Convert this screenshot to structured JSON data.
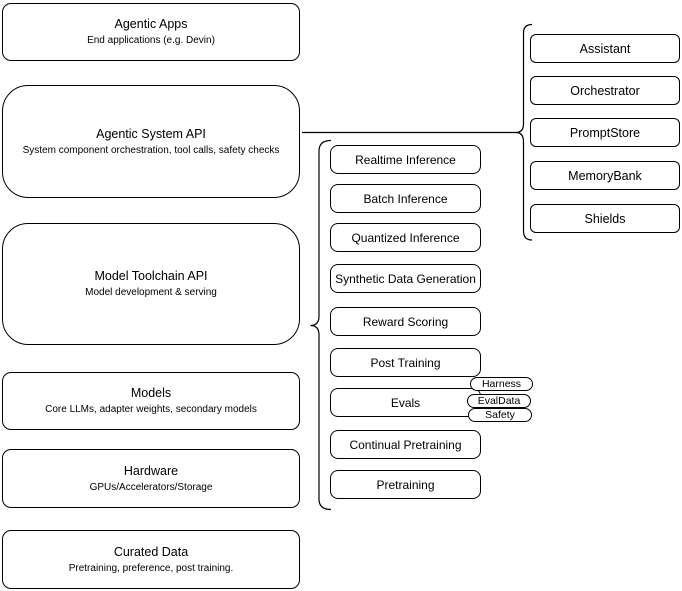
{
  "left_stack": [
    {
      "title": "Agentic Apps",
      "subtitle": "End applications (e.g. Devin)"
    },
    {
      "title": "Agentic System API",
      "subtitle": "System component orchestration, tool calls, safety checks"
    },
    {
      "title": "Model Toolchain API",
      "subtitle": "Model development & serving"
    },
    {
      "title": "Models",
      "subtitle": "Core LLMs, adapter weights, secondary models"
    },
    {
      "title": "Hardware",
      "subtitle": "GPUs/Accelerators/Storage"
    },
    {
      "title": "Curated Data",
      "subtitle": "Pretraining, preference, post training."
    }
  ],
  "toolchain_items": [
    "Realtime Inference",
    "Batch Inference",
    "Quantized Inference",
    "Synthetic Data Generation",
    "Reward Scoring",
    "Post Training",
    "Evals",
    "Continual Pretraining",
    "Pretraining"
  ],
  "evals_tags": [
    "Harness",
    "EvalData",
    "Safety"
  ],
  "system_components": [
    "Assistant",
    "Orchestrator",
    "PromptStore",
    "MemoryBank",
    "Shields"
  ],
  "colors": {
    "stroke": "#000000",
    "background": "#ffffff",
    "text": "#000000"
  }
}
